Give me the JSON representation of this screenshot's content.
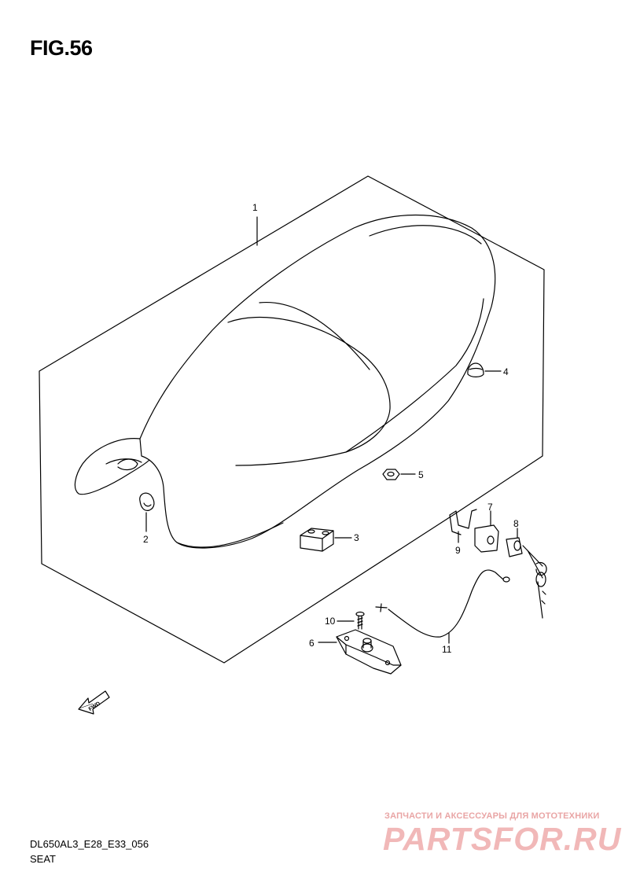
{
  "figure": {
    "title": "FIG.56"
  },
  "callouts": [
    "1",
    "2",
    "3",
    "4",
    "5",
    "6",
    "7",
    "8",
    "9",
    "10",
    "11"
  ],
  "fwd_label": "FWD",
  "footer": {
    "code": "DL650AL3_E28_E33_056",
    "name": "SEAT"
  },
  "watermark": {
    "tagline": "ЗАПЧАСТИ И АКСЕССУАРЫ ДЛЯ МОТОТЕХНИКИ",
    "logo": "PARTSFOR.RU",
    "color": "#e9a5a5"
  }
}
